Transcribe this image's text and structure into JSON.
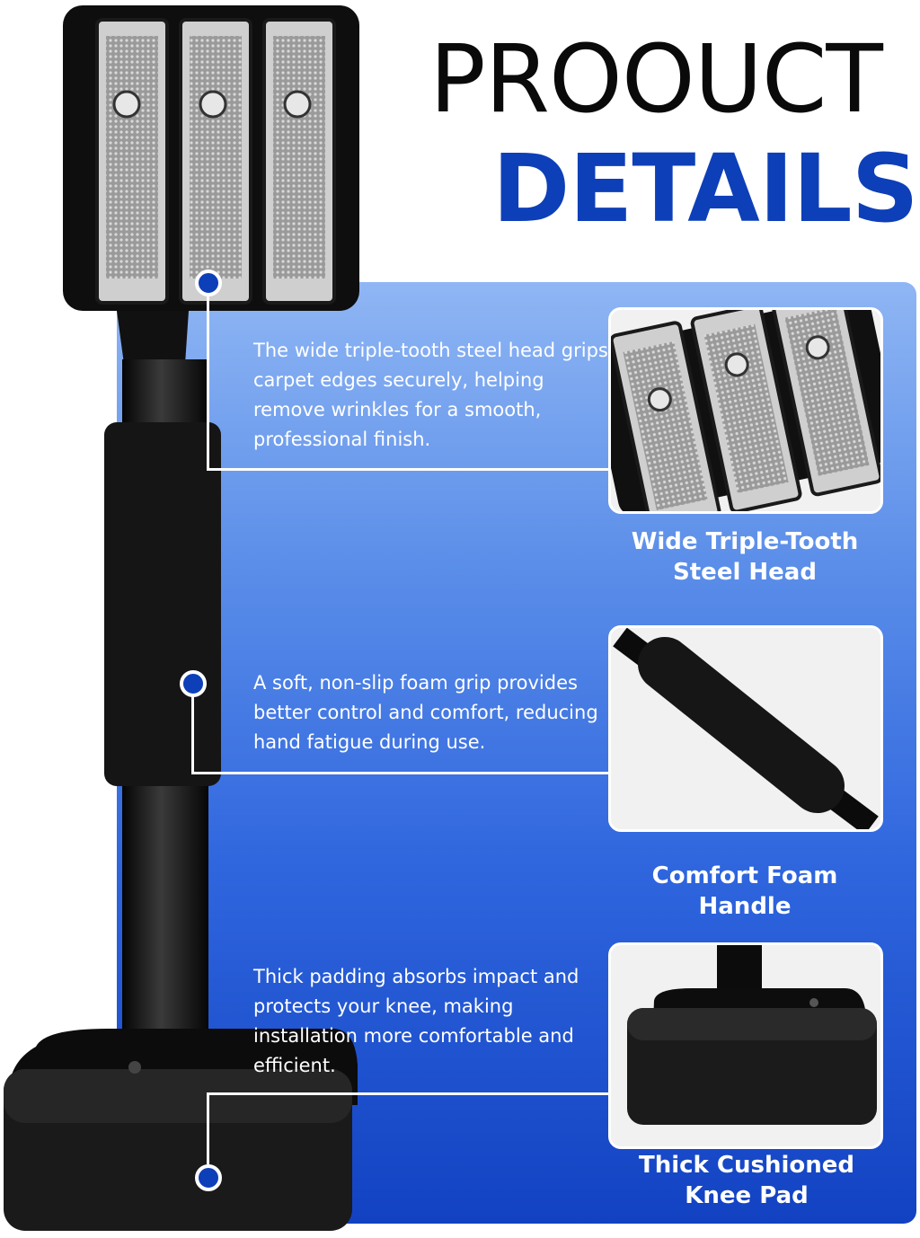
{
  "title": {
    "line1": "PROOUCT",
    "line2": "DETAILS"
  },
  "features": [
    {
      "description": "The wide triple-tooth steel head grips carpet edges securely, helping remove wrinkles for a smooth, professional finish.",
      "label_line1": "Wide Triple-Tooth",
      "label_line2": "Steel Head"
    },
    {
      "description": "A soft, non-slip foam grip provides better control and comfort, reducing hand fatigue during use.",
      "label_line1": "Comfort Foam",
      "label_line2": "Handle"
    },
    {
      "description": "Thick padding absorbs impact and protects your knee, making installation more comfortable and efficient.",
      "label_line1": "Thick Cushioned",
      "label_line2": "Knee Pad"
    }
  ],
  "colors": {
    "accent": "#0d3fb8",
    "panel_top": "#8fb6f4",
    "panel_bottom": "#1242c2",
    "title": "#0a0a0a"
  }
}
